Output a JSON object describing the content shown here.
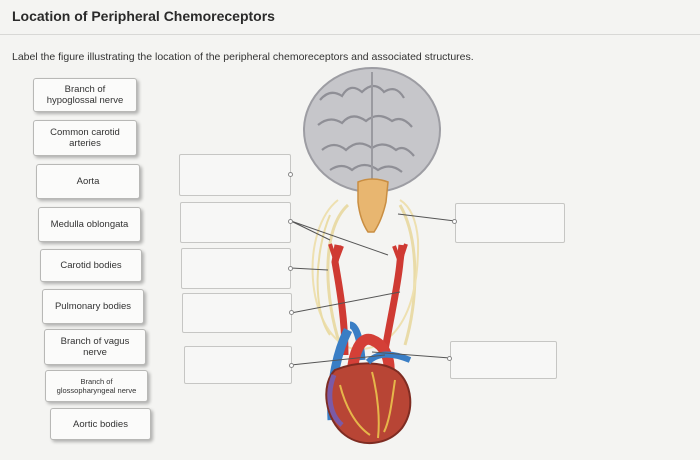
{
  "header": {
    "title": "Location of Peripheral Chemoreceptors"
  },
  "instructions": "Label the figure illustrating the location of the peripheral chemoreceptors and associated structures.",
  "label_bank": [
    "Branch of\nhypoglossal nerve",
    "Common carotid\narteries",
    "Aorta",
    "Medulla oblongata",
    "Carotid bodies",
    "Pulmonary bodies",
    "Branch of vagus\nnerve",
    "Branch of\nglossopharyngeal nerve",
    "Aortic bodies"
  ],
  "drop_targets": {
    "left_count": 5,
    "right_count": 2
  },
  "colors": {
    "brain": "#c9c9cc",
    "brainstem": "#e8b97a",
    "nerve": "#e8d79f",
    "artery": "#d9443d",
    "vein": "#3b7fc4",
    "heart": "#b8473a"
  }
}
